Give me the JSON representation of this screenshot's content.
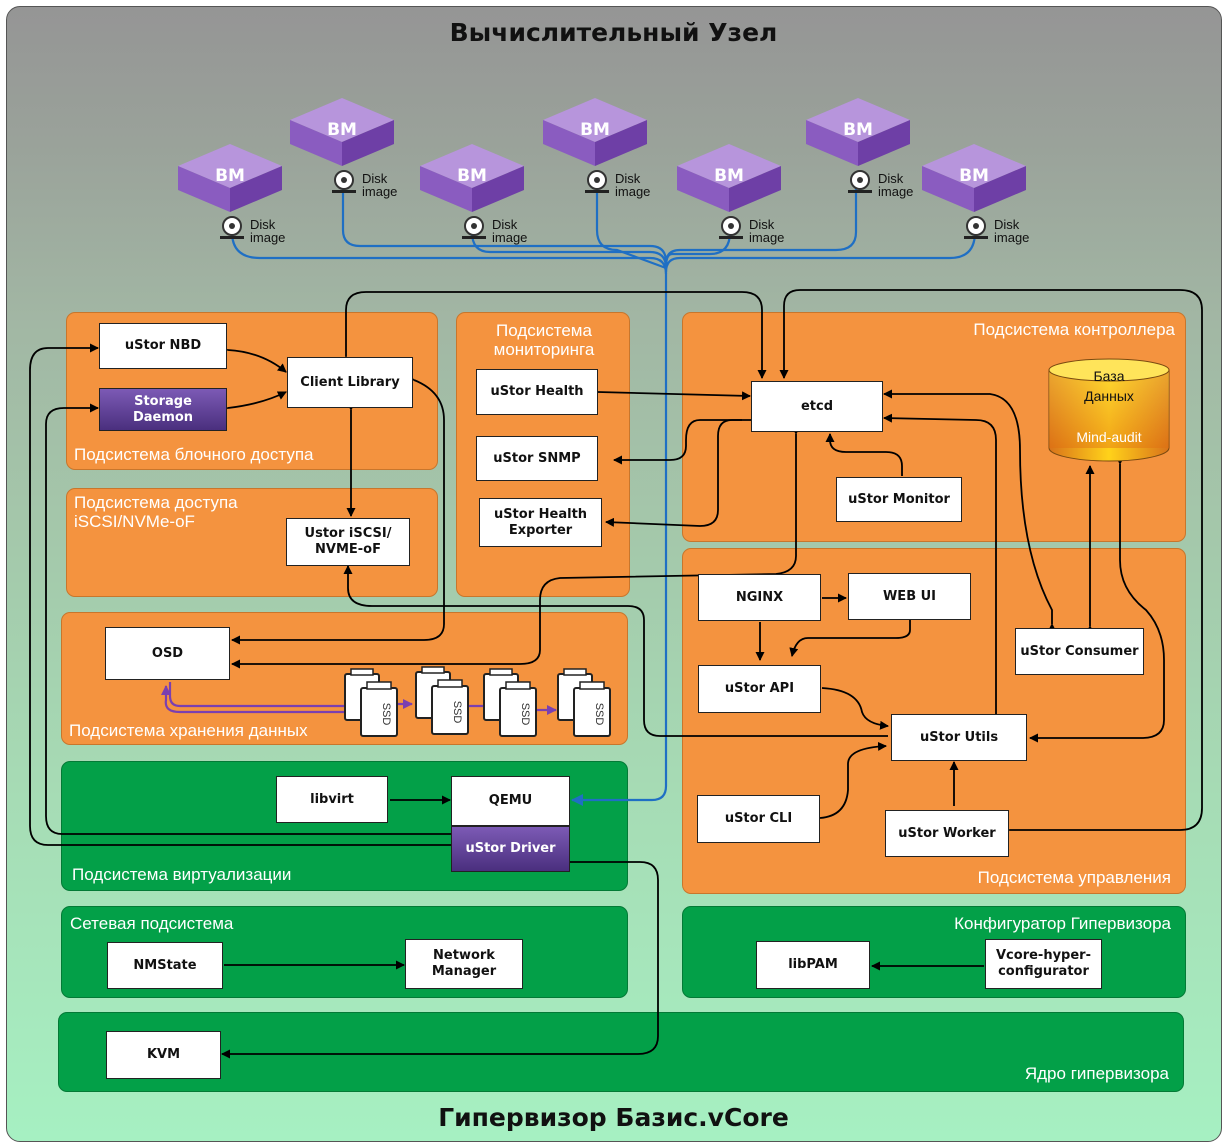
{
  "title_top": "Вычислительный Узел",
  "title_bottom": "Гипервизор Базис.vCore",
  "vm": {
    "label": "ВМ",
    "disk_line1": "Disk",
    "disk_line2": "image"
  },
  "subsystems": {
    "block_access": "Подсистема блочного доступа",
    "monitoring": "Подсистема\nмониторинга",
    "controller": "Подсистема контроллера",
    "iscsi": "Подсистема доступа\niSCSI/NVMe-oF",
    "storage": "Подсистема хранения данных",
    "management": "Подсистема управления",
    "virtualization": "Подсистема виртуализации",
    "network": "Сетевая подсистема",
    "configurator": "Конфигуратор Гипервизора",
    "kernel": "Ядро гипервизора"
  },
  "components": {
    "ustor_nbd": "uStor NBD",
    "storage_daemon": "Storage\nDaemon",
    "client_library": "Client Library",
    "ustor_iscsi": "Ustor iSCSI/\nNVME-oF",
    "ustor_health": "uStor Health",
    "ustor_snmp": "uStor SNMP",
    "ustor_health_exporter": "uStor Health\nExporter",
    "etcd": "etcd",
    "ustor_monitor": "uStor Monitor",
    "osd": "OSD",
    "nginx": "NGINX",
    "web_ui": "WEB UI",
    "ustor_api": "uStor API",
    "ustor_utils": "uStor Utils",
    "ustor_consumer": "uStor Consumer",
    "ustor_cli": "uStor CLI",
    "ustor_worker": "uStor Worker",
    "libvirt": "libvirt",
    "qemu": "QEMU",
    "ustor_driver": "uStor Driver",
    "nmstate": "NMState",
    "network_manager": "Network\nManager",
    "libpam": "libPAM",
    "vcore_hyper_configurator": "Vcore-hyper-\nconfigurator",
    "kvm": "KVM"
  },
  "database": {
    "line1": "База",
    "line2": "Данных",
    "line3": "Mind-audit"
  },
  "ssd_label": "SSD",
  "colors": {
    "orange": "#f4933f",
    "green": "#03a048",
    "purple": "#5e3f96",
    "blue_line": "#1f6fc4",
    "purple_arrow": "#7b3fb0",
    "vm_purple": "#9a64c8"
  }
}
